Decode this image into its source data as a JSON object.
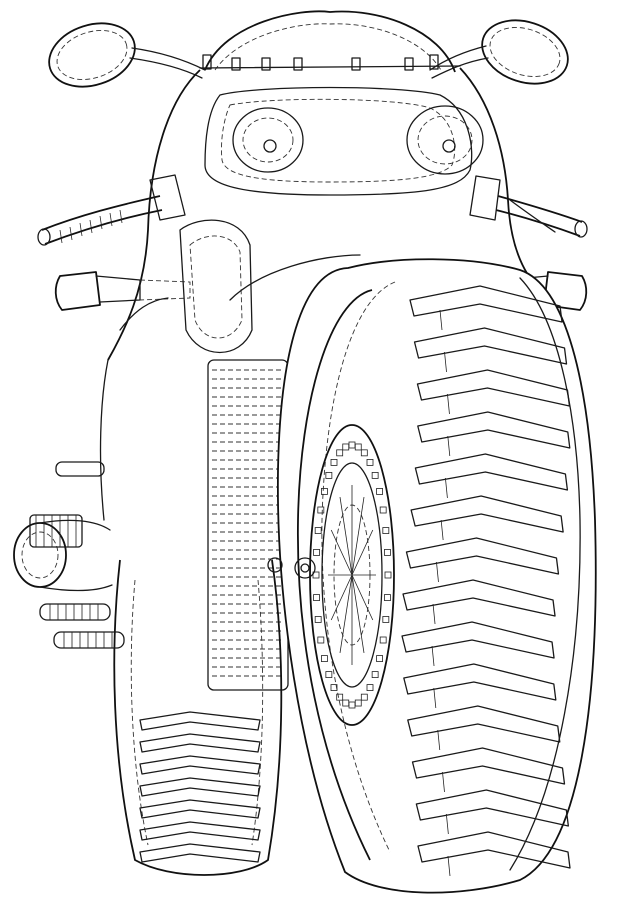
{
  "diagram": {
    "subject": "motorcycle-rear-three-quarter-wireframe",
    "line_color": "#1a1a1a",
    "background": "#ffffff",
    "parts": [
      "left-mirror",
      "right-mirror",
      "windscreen",
      "headlights",
      "handlebar-left-grip",
      "handlebar-right-grip",
      "turn-signal-left",
      "turn-signal-right",
      "fuel-tank",
      "radiator",
      "front-tire",
      "front-brake-disc",
      "rear-tire",
      "exhaust-muffler",
      "foot-pegs"
    ]
  }
}
